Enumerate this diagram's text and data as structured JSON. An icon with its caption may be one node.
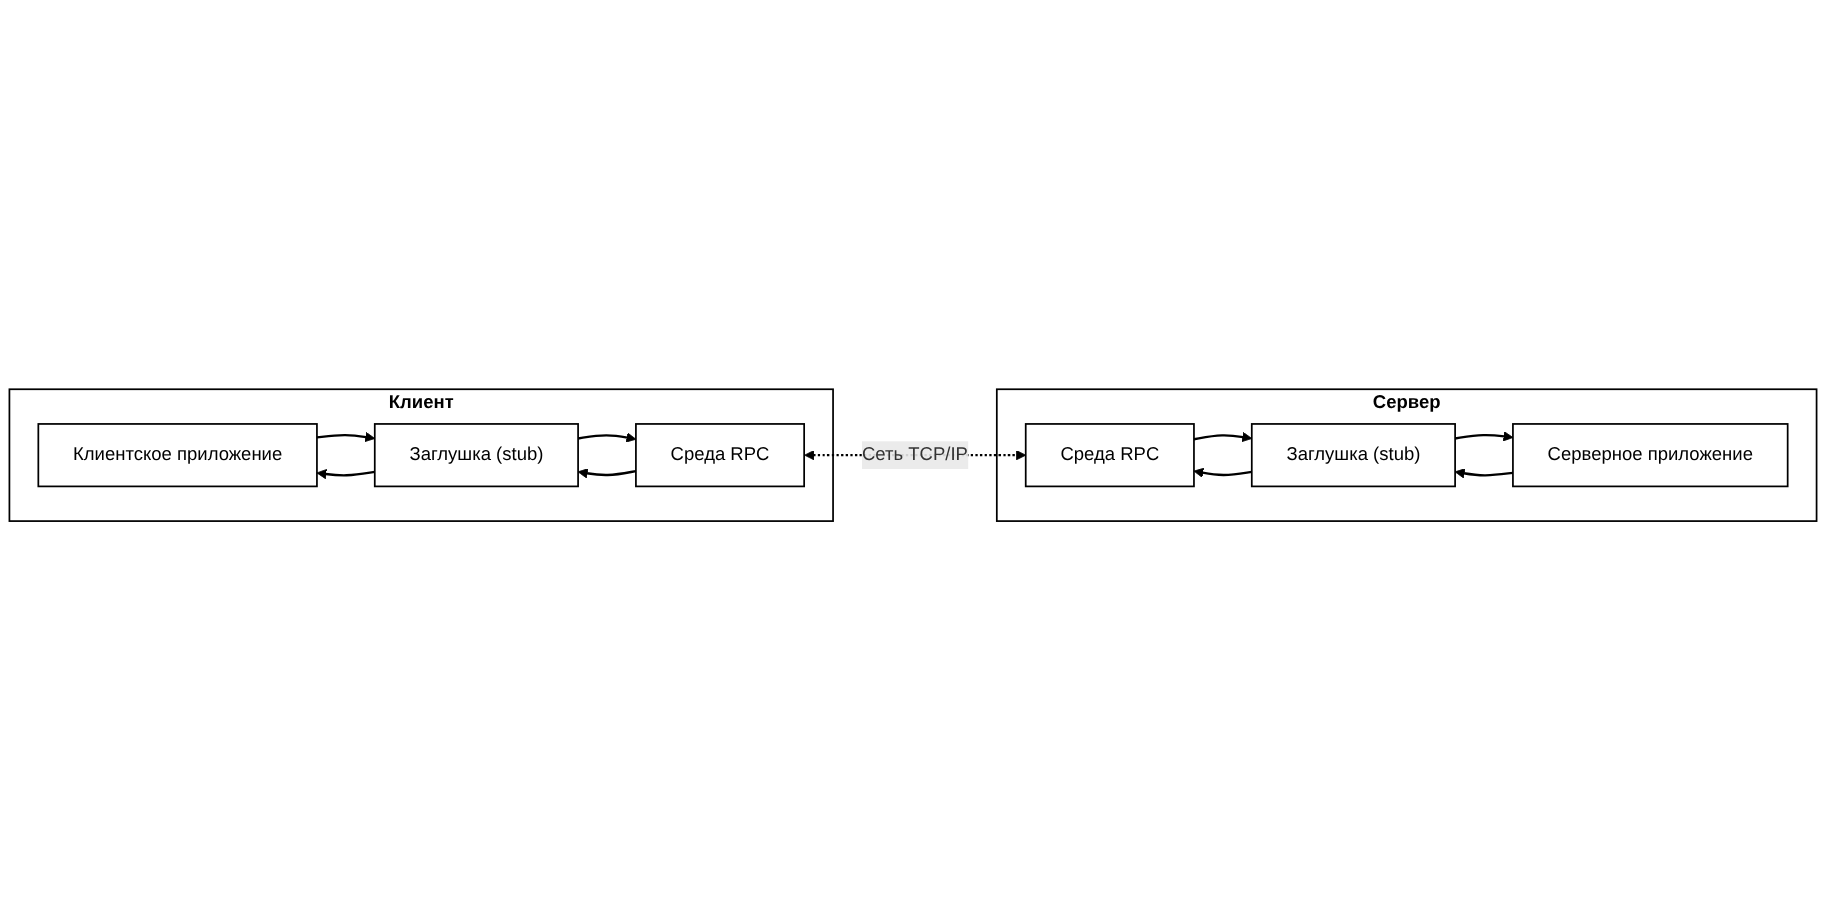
{
  "diagram": {
    "nodes": [
      {
        "text": [
          "Клиент"
        ]
      },
      {
        "text": [
          "Клиентское приложение"
        ],
        "in": 0
      },
      {
        "text": [
          "Заглушка (stub)"
        ],
        "in": 0
      },
      {
        "text": [
          "Среда RPC"
        ],
        "in": 0
      },
      {
        "text": [
          "Сервер"
        ]
      },
      {
        "text": [
          "Серверное приложение"
        ],
        "in": 4
      },
      {
        "text": [
          "Заглушка (stub)"
        ],
        "in": 4
      },
      {
        "text": [
          "Среда RPC"
        ],
        "in": 4
      }
    ],
    "edges": [
      {
        "from": 1,
        "to": 2,
        "arrow": "to"
      },
      {
        "from": 2,
        "to": 1,
        "arrow": "to"
      },
      {
        "from": 2,
        "to": 3,
        "arrow": "to"
      },
      {
        "from": 3,
        "to": 2,
        "arrow": "to"
      },
      {
        "from": 5,
        "to": 6,
        "arrow": "to"
      },
      {
        "from": 6,
        "to": 5,
        "arrow": "to"
      },
      {
        "from": 6,
        "to": 7,
        "arrow": "to"
      },
      {
        "from": 7,
        "to": 6,
        "arrow": "to"
      },
      {
        "from": 3,
        "to": 7,
        "arrow": "both",
        "style": "dashed",
        "label": "Сеть TCP/IP"
      }
    ]
  }
}
